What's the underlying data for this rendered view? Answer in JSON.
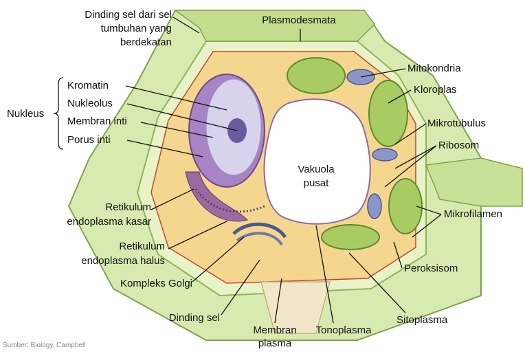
{
  "diagram": {
    "labels": {
      "dinding_sel_tetangga_1": "Dinding sel dari sel",
      "dinding_sel_tetangga_2": "tumbuhan yang",
      "dinding_sel_tetangga_3": "berdekatan",
      "plasmodesmata": "Plasmodesmata",
      "nukleus": "Nukleus",
      "kromatin": "Kromatin",
      "nukleolus": "Nukleolus",
      "membran_inti": "Membran inti",
      "porus_inti": "Porus inti",
      "mitokondria": "Mitokondria",
      "kloroplas": "Kloroplas",
      "mikrotubulus": "Mikrotubulus",
      "ribosom": "Ribosom",
      "vakuola_1": "Vakuola",
      "vakuola_2": "pusat",
      "rek_kasar_1": "Retikulum",
      "rek_kasar_2": "endoplasma kasar",
      "rek_halus_1": "Retikulum",
      "rek_halus_2": "endoplasma halus",
      "mikrofilamen": "Mikrofilamen",
      "peroksisom": "Peroksisom",
      "kompleks_golgi": "Kompleks Golgi",
      "dinding_sel": "Dinding sel",
      "membran_plasma_1": "Membran",
      "membran_plasma_2": "plasma",
      "tonoplasma": "Tonoplasma",
      "sitoplasma": "Sitoplasma"
    },
    "source_note": "Sumber: Biology, Campbell",
    "colors": {
      "wall": "#cfe3a6",
      "wall_dark": "#8fb35a",
      "cytoplasm": "#f4d79a",
      "nucleus": "#9d7ab8",
      "chloroplast": "#9fc55a",
      "leader": "#111111"
    }
  }
}
